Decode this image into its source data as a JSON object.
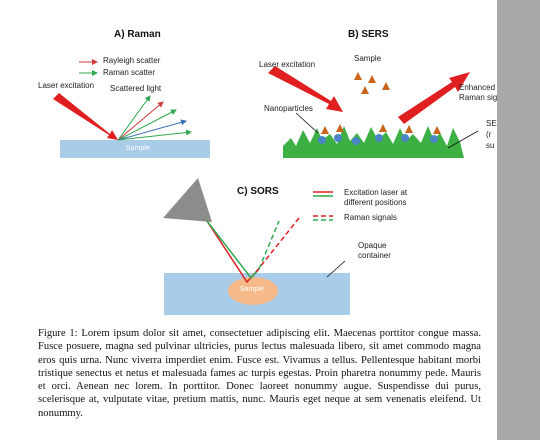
{
  "panels": {
    "raman": {
      "title": "A) Raman",
      "legend_rayleigh": "Rayleigh scatter",
      "legend_raman": "Raman scatter",
      "laser": "Laser excitation",
      "scattered": "Scattered light",
      "sample": "Sample"
    },
    "sers": {
      "title": "B) SERS",
      "sample": "Sample",
      "laser": "Laser excitation",
      "enhanced": "Enhanced",
      "enhanced2": "Raman sig",
      "nanoparticles": "Nanoparticles",
      "side1": "SE",
      "side2": "(r",
      "side3": "su"
    },
    "sors": {
      "title": "C) SORS",
      "legend_excitation": "Excitation laser at",
      "legend_excitation2": "different positions",
      "legend_raman": "Raman signals",
      "opaque": "Opaque",
      "container": "container",
      "sample": "Sample"
    }
  },
  "caption": "Figure 1: Lorem ipsum dolor sit amet, consectetuer adipiscing elit. Maecenas porttitor congue massa. Fusce posuere, magna sed pulvinar ultricies, purus lectus malesuada libero, sit amet commodo magna eros quis urna. Nunc viverra imperdiet enim. Fusce est. Vivamus a tellus. Pellentesque habitant morbi tristique senectus et netus et malesuada fames ac turpis egestas. Proin pharetra nonummy pede. Mauris et orci. Aenean nec lorem. In porttitor. Donec laoreet nonummy augue. Suspendisse dui purus, scelerisque at, vulputate vitae, pretium mattis, nunc. Mauris eget neque at sem venenatis eleifend. Ut nonummy.",
  "colors": {
    "laser_red": "#e02020",
    "raman_green": "#2fa84f",
    "sample_blue": "#a9cce8",
    "sample_orange": "#f5b98a",
    "grass_green": "#3cb043",
    "particle_orange": "#c8651b",
    "nanoparticle_blue": "#4a86c5",
    "prism_gray": "#8c8c8c",
    "sidebar_gray": "#a9a9a9"
  }
}
